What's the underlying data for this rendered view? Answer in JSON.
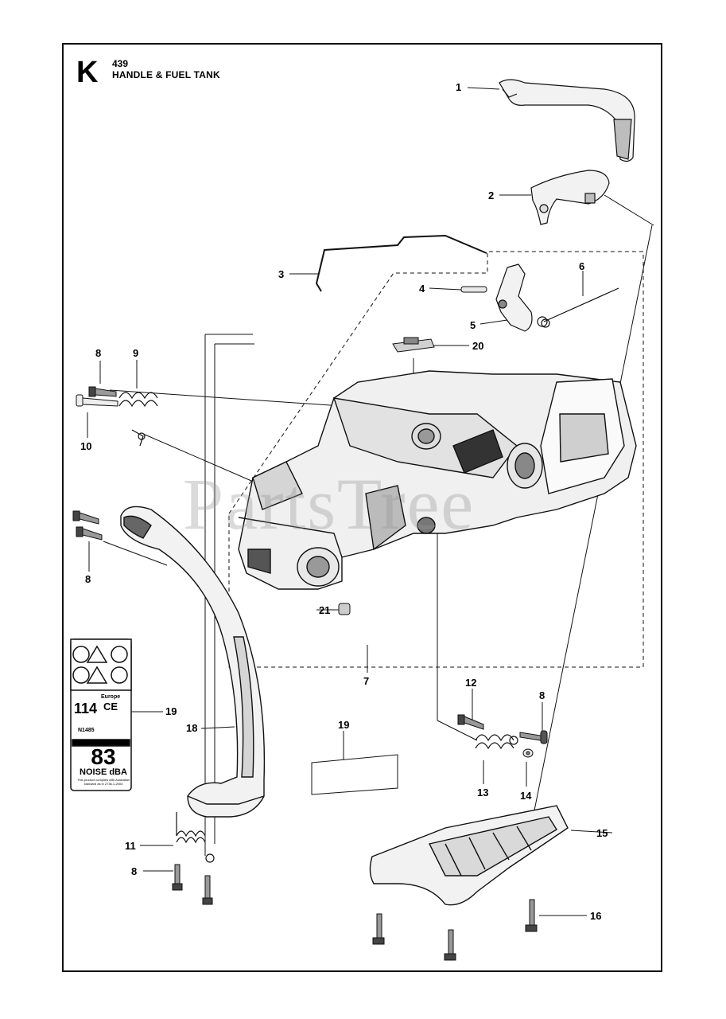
{
  "header": {
    "section_letter": "K",
    "model": "439",
    "title": "HANDLE & FUEL TANK"
  },
  "watermark": "PartsTree",
  "callouts": {
    "c1": "1",
    "c2": "2",
    "c3": "3",
    "c4": "4",
    "c5": "5",
    "c6": "6",
    "c7": "7",
    "c8a": "8",
    "c8b": "8",
    "c8c": "8",
    "c8d": "8",
    "c9": "9",
    "c10": "10",
    "c11": "11",
    "c12": "12",
    "c13": "13",
    "c14": "14",
    "c15": "15",
    "c16": "16",
    "c18": "18",
    "c19a": "19",
    "c19b": "19",
    "c20": "20",
    "c21": "21"
  },
  "decal": {
    "noise_value": "114",
    "europe": "Europe",
    "ce_mark": "CE",
    "cert": "N1485",
    "big_number": "83",
    "noise_label": "NOISE dBA",
    "fine_print": "This product complies with Australian standard as in 2736.1-2004"
  },
  "colors": {
    "line": "#111111",
    "part_fill": "#f2f2f2",
    "part_shade": "#bdbdbd",
    "dark": "#3a3a3a"
  }
}
